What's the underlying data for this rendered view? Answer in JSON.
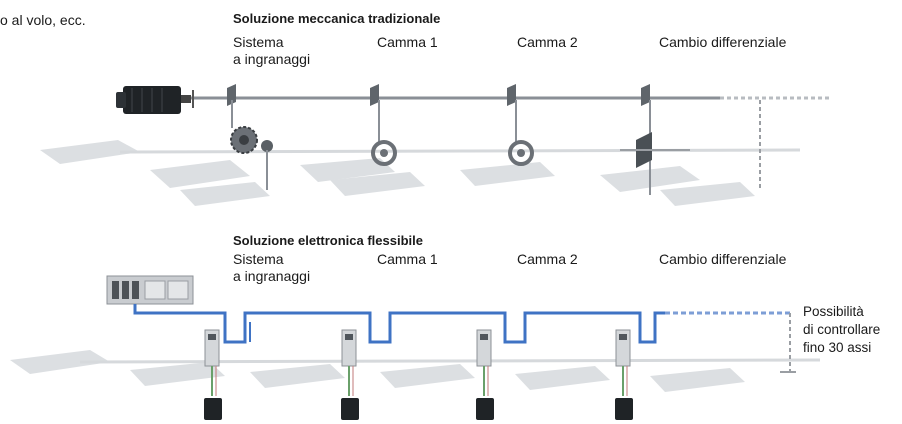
{
  "intro_fragment": "o al volo, ecc.",
  "mechanical": {
    "title": "Soluzione meccanica tradizionale",
    "labels": {
      "gear_system": "Sistema\na ingranaggi",
      "cam1": "Camma 1",
      "cam2": "Camma 2",
      "differential": "Cambio differenziale"
    }
  },
  "electronic": {
    "title": "Soluzione elettronica flessibile",
    "labels": {
      "gear_system": "Sistema\na ingranaggi",
      "cam1": "Camma 1",
      "cam2": "Camma 2",
      "differential": "Cambio differenziale"
    },
    "note": "Possibilità\ndi controllare\nfino 30 assi"
  },
  "colors": {
    "shaft": "#8a8f96",
    "ghost": "#d6d9dc",
    "motor": "#1f2326",
    "cable": "#3f73c4",
    "text": "#1a1a1a"
  }
}
